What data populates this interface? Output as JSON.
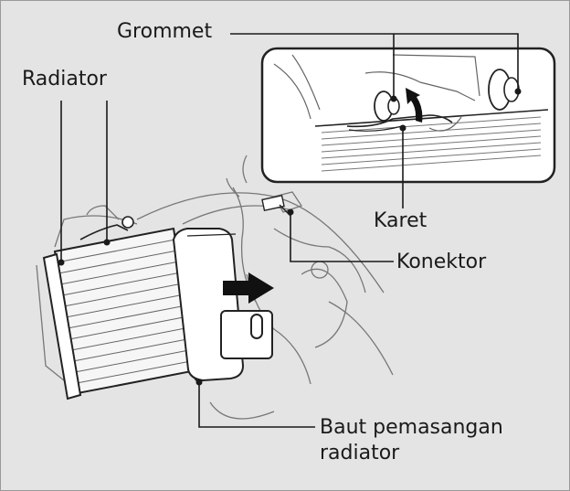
{
  "labels": {
    "grommet": "Grommet",
    "radiator": "Radiator",
    "karet": "Karet",
    "konektor": "Konektor",
    "baut_line1": "Baut pemasangan",
    "baut_line2": "radiator"
  },
  "colors": {
    "background": "#e4e4e4",
    "line": "#1a1a1a",
    "drawing": "#555555",
    "inset_fill": "#ffffff"
  },
  "icons": {
    "direction_arrow": "arrow-right-icon",
    "inset_arrow": "curved-arrow-icon"
  }
}
